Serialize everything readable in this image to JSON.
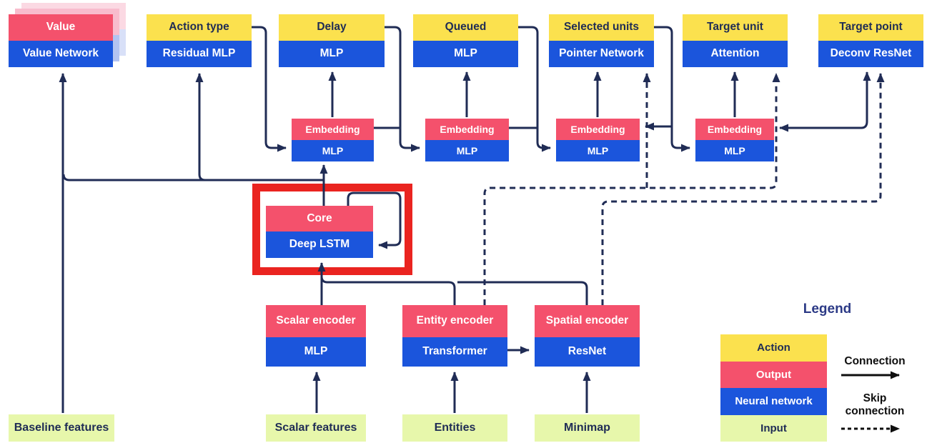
{
  "colors": {
    "yellow": "#fbe14e",
    "pink": "#f4516c",
    "blue": "#1b55dc",
    "green": "#e7f7ab",
    "line": "#202c55",
    "highlight": "#ea2420",
    "legend-title": "#2c3a86",
    "ink": "#1f2c55",
    "black": "#0e0e0e",
    "echo-pink": "#f8bccd",
    "echo-pink-2": "#fbd9e3",
    "echo-blue": "#b3c3f1",
    "echo-blue-2": "#d8e0f8"
  },
  "value_head": {
    "output": "Value",
    "network": "Value Network"
  },
  "heads": [
    {
      "action": "Action type",
      "network": "Residual MLP"
    },
    {
      "action": "Delay",
      "network": "MLP"
    },
    {
      "action": "Queued",
      "network": "MLP"
    },
    {
      "action": "Selected units",
      "network": "Pointer Network"
    },
    {
      "action": "Target unit",
      "network": "Attention"
    },
    {
      "action": "Target point",
      "network": "Deconv ResNet"
    }
  ],
  "embeddings": [
    {
      "output": "Embedding",
      "network": "MLP"
    },
    {
      "output": "Embedding",
      "network": "MLP"
    },
    {
      "output": "Embedding",
      "network": "MLP"
    },
    {
      "output": "Embedding",
      "network": "MLP"
    }
  ],
  "core": {
    "output": "Core",
    "network": "Deep LSTM"
  },
  "encoders": [
    {
      "output": "Scalar encoder",
      "network": "MLP"
    },
    {
      "output": "Entity encoder",
      "network": "Transformer"
    },
    {
      "output": "Spatial encoder",
      "network": "ResNet"
    }
  ],
  "inputs": [
    {
      "label": "Baseline features"
    },
    {
      "label": "Scalar features"
    },
    {
      "label": "Entities"
    },
    {
      "label": "Minimap"
    }
  ],
  "legend": {
    "title": "Legend",
    "rows": [
      {
        "label": "Action"
      },
      {
        "label": "Output"
      },
      {
        "label": "Neural network"
      },
      {
        "label": "Input"
      }
    ],
    "connection_label": "Connection",
    "skip_label": "Skip connection"
  }
}
